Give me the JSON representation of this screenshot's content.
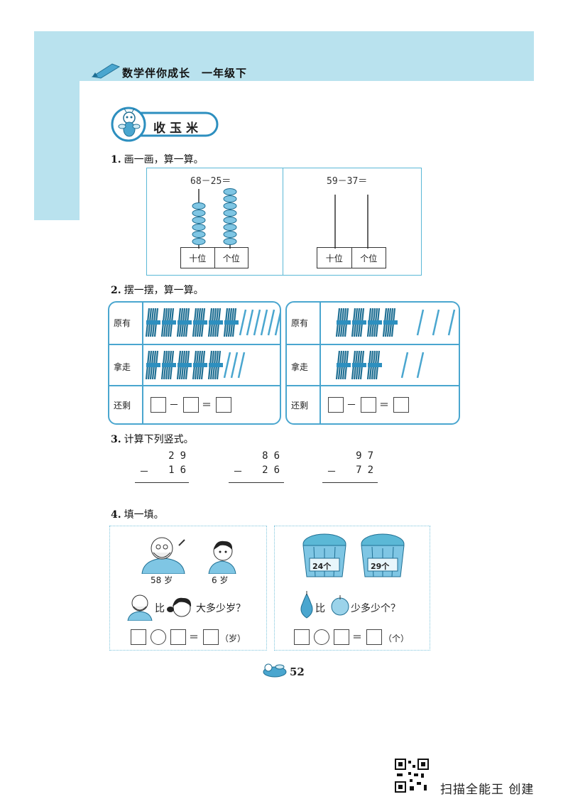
{
  "header": {
    "book_title": "数学伴你成长　一年级下"
  },
  "section": {
    "title": "收玉米"
  },
  "q1": {
    "number": "1.",
    "text": "画一画，算一算。",
    "left_equation": "68－25＝",
    "right_equation": "59－37＝",
    "tens_label": "十位",
    "ones_label": "个位"
  },
  "q2": {
    "number": "2.",
    "text": "摆一摆，算一算。",
    "row_original": "原有",
    "row_taken": "拿走",
    "row_left": "还剩",
    "minus": "－",
    "equals": "＝"
  },
  "q3": {
    "number": "3.",
    "text": "计算下列竖式。",
    "problems": [
      {
        "top": "29",
        "bottom": "16",
        "op": "－"
      },
      {
        "top": "86",
        "bottom": "26",
        "op": "－"
      },
      {
        "top": "97",
        "bottom": "72",
        "op": "－"
      }
    ]
  },
  "q4": {
    "number": "4.",
    "text": "填一填。",
    "grandpa_age": "58 岁",
    "boy_age": "6 岁",
    "compare_word": "比",
    "age_question": "大多少岁？",
    "basket_left": "24个",
    "basket_right": "29个",
    "fruit_question": "少多少个？",
    "unit_age": "（岁）",
    "unit_count": "（个）",
    "equals": "＝"
  },
  "footer": {
    "page_number": "52",
    "scanner_text": "扫描全能王 创建"
  }
}
